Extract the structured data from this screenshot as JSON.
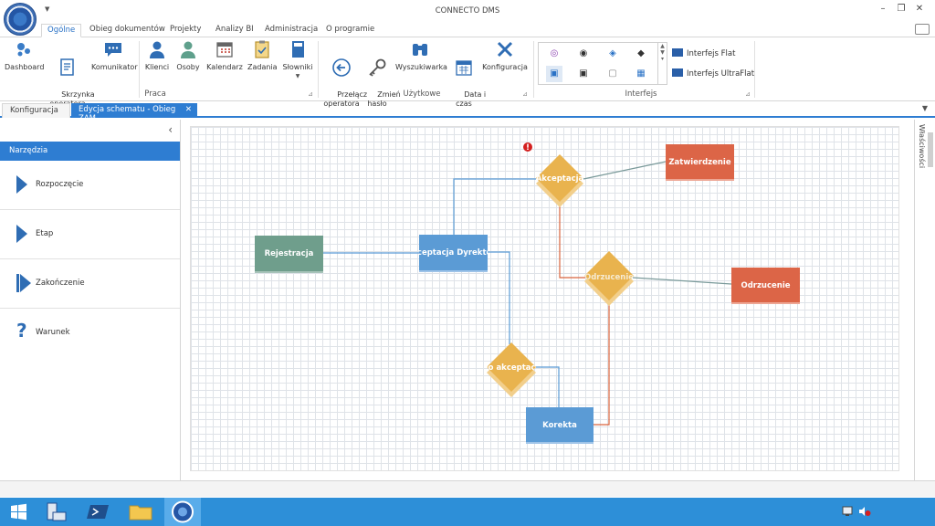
{
  "window": {
    "title": "CONNECTO DMS",
    "minimize": "–",
    "restore": "❐",
    "close": "✕"
  },
  "ribbon_tabs": [
    "Ogólne",
    "Obieg dokumentów",
    "Projekty",
    "Analizy BI",
    "Administracja",
    "O programie"
  ],
  "ribbon": {
    "praca": {
      "label": "Praca",
      "buttons": [
        "Dashboard",
        "Skrzynka\noperatora",
        "Komunikator",
        "Klienci",
        "Osoby",
        "Kalendarz",
        "Zadania",
        "Słowniki"
      ]
    },
    "uzytkowe": {
      "label": "Użytkowe",
      "buttons": [
        "Przełącz\noperatora",
        "Zmień\nhasło",
        "Wyszukiwarka",
        "Data i\nczas",
        "Konfiguracja"
      ]
    },
    "interfejs": {
      "label": "Interfejs",
      "flat": "Interfejs Flat",
      "ultraflat": "Interfejs UltraFlat"
    }
  },
  "doc_tabs": {
    "konfiguracja": "Konfiguracja",
    "edycja": "Edycja schematu - Obieg ZAM",
    "close": "✕"
  },
  "tools": {
    "header": "Narzędzia",
    "items": [
      "Rozpoczęcie",
      "Etap",
      "Zakończenie",
      "Warunek"
    ]
  },
  "properties_label": "Właściwości",
  "diagram": {
    "nodes": {
      "rejestracja": "Rejestracja",
      "akceptacja_dyrektora": "Akceptacja Dyrektora",
      "akceptacja": "Akceptacja",
      "zatwierdzenie": "Zatwierdzenie",
      "odrzucenie_cond": "Odrzucenie",
      "odrzucenie": "Odrzucenie",
      "do_akceptacji": "Do akceptacji",
      "korekta": "Korekta"
    },
    "colors": {
      "start": "#6f9e8c",
      "stage": "#5b9bd5",
      "end": "#dc6547",
      "condition": "#e9b34e",
      "line_blue": "#5b9bd5",
      "line_gray": "#7a9a9a",
      "line_red": "#d9643e"
    }
  }
}
